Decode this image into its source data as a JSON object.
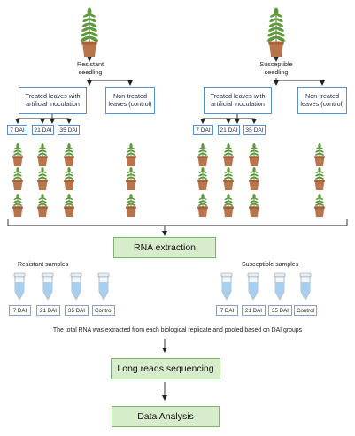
{
  "resistant": {
    "seedling_label": "Resistant seedling",
    "treated_box": "Treated leaves with artificial inoculation",
    "control_box": "Non-treated leaves (control)",
    "dai_labels": [
      "7 DAI",
      "21 DAI",
      "35 DAI"
    ],
    "samples_title": "Resistant samples",
    "sample_labels": [
      "7 DAI",
      "21 DAI",
      "35 DAI",
      "Control"
    ]
  },
  "susceptible": {
    "seedling_label": "Susceptible seedling",
    "treated_box": "Treated leaves with artificial inoculation",
    "control_box": "Non-treated leaves (control)",
    "dai_labels": [
      "7 DAI",
      "21 DAI",
      "35 DAI"
    ],
    "samples_title": "Susceptible samples",
    "sample_labels": [
      "7 DAI",
      "21 DAI",
      "35 DAI",
      "Control"
    ]
  },
  "steps": {
    "rna_extraction": "RNA extraction",
    "pooling_note": "The total RNA was extracted from each biological replicate and pooled based on DAI groups",
    "sequencing": "Long reads sequencing",
    "analysis": "Data Analysis"
  },
  "colors": {
    "box_border": "#5b8fd0",
    "step_fill": "#d6ecca",
    "step_border": "#7bb56c",
    "pot": "#b8744a",
    "leaf": "#5c9a3c",
    "tube_liquid": "#a9cfee"
  },
  "icons": {
    "seedling": "potted-seedling-icon",
    "plant": "potted-plant-icon",
    "tube": "microtube-icon"
  }
}
